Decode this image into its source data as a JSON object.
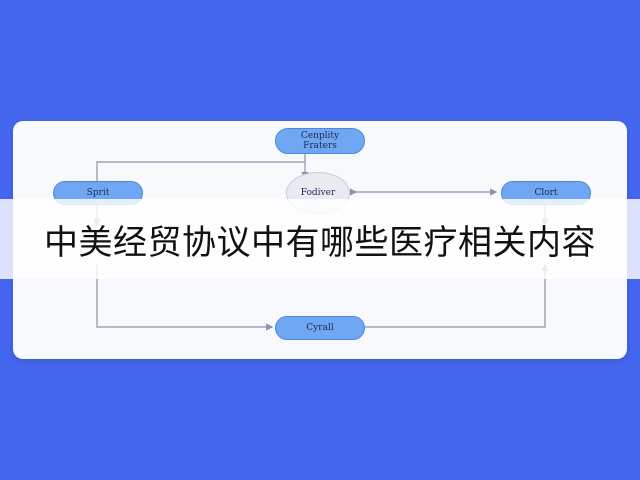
{
  "diagram": {
    "nodes": {
      "top": "Cenplity\nFraters",
      "left": "Sprit",
      "center": "Fodiver",
      "right": "Clort",
      "bottom": "Cyrall"
    }
  },
  "banner": {
    "title": "中美经贸协议中有哪些医疗相关内容"
  },
  "colors": {
    "background": "#4466ee",
    "node_fill": "#6fa7f2",
    "line": "#8a93a8"
  }
}
